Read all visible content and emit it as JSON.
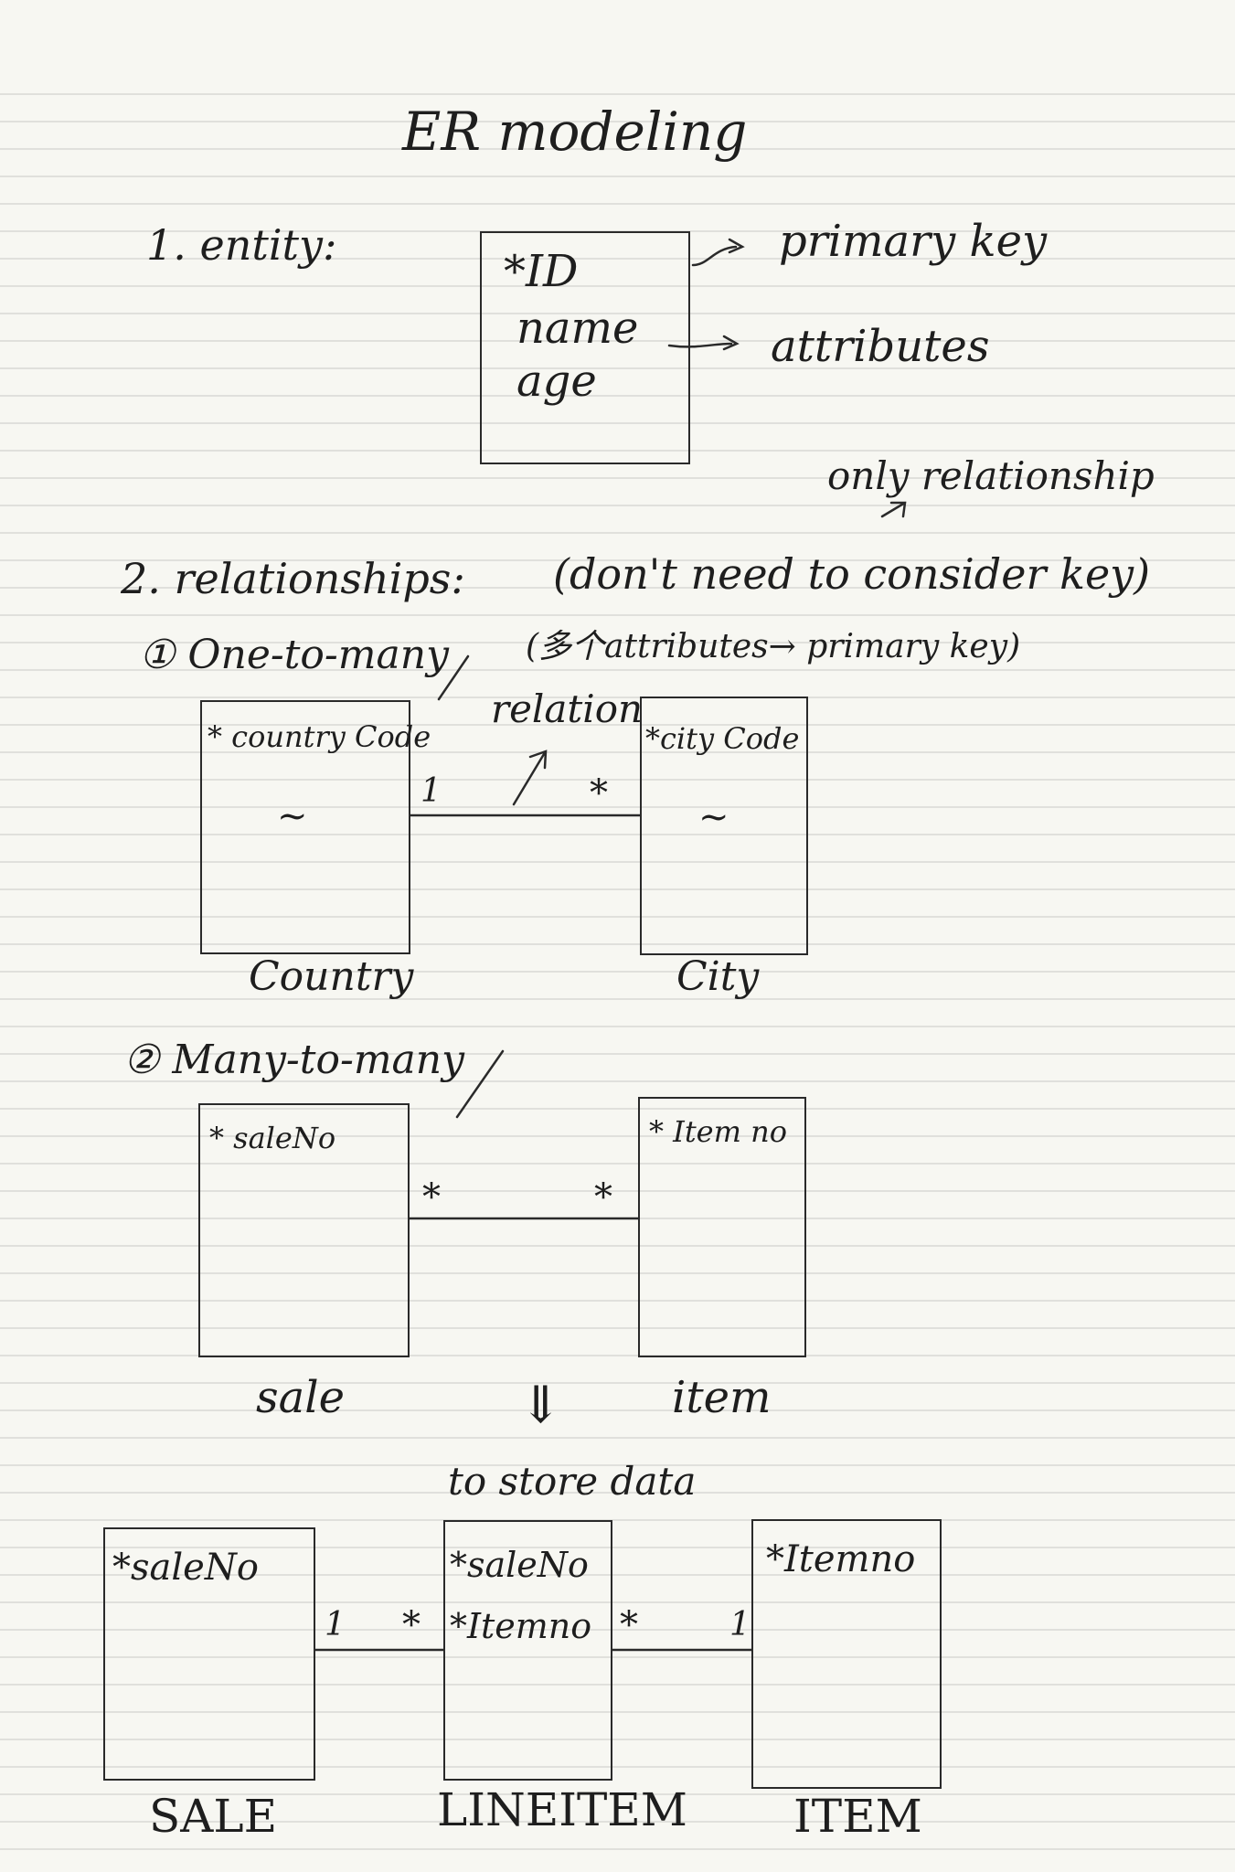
{
  "title": "ER modeling",
  "section1": {
    "label": "1. entity:",
    "entity_attrs": [
      "*ID",
      "name",
      "age"
    ],
    "annotations": [
      "primary key",
      "attributes"
    ]
  },
  "section2": {
    "label": "2. relationships:",
    "note": "(don't need to consider key)",
    "note_above": "only relationship",
    "one_to_many": {
      "label": "① One-to-many",
      "note": "(多个attributes→ primary key)",
      "relation_label": "relation",
      "left_entity": {
        "name": "Country",
        "attr": "* country Code",
        "tilde": "~",
        "cardinality": "1"
      },
      "right_entity": {
        "name": "City",
        "attr": "*city Code",
        "tilde": "~",
        "cardinality": "*"
      }
    },
    "many_to_many": {
      "label": "② Many-to-many",
      "left_entity": {
        "name": "sale",
        "attr": "* saleNo",
        "cardinality": "*"
      },
      "right_entity": {
        "name": "item",
        "attr": "* Item no",
        "cardinality": "*"
      },
      "arrow": "⇓",
      "arrow_note": "to store data"
    },
    "resolved": {
      "sale": {
        "name": "SALE",
        "attr": "*saleNo"
      },
      "lineitem": {
        "name": "LINEITEM",
        "attrs": [
          "*saleNo",
          "*Itemno"
        ]
      },
      "item": {
        "name": "ITEM",
        "attr": "*Itemno"
      },
      "cardinalities": {
        "sale_side": "1",
        "lineitem_left": "*",
        "lineitem_right": "*",
        "item_side": "1"
      }
    }
  }
}
